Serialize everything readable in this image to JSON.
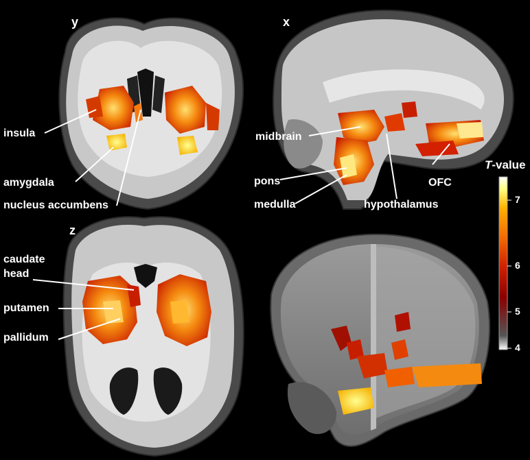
{
  "panels": {
    "y": {
      "label": "y"
    },
    "x": {
      "label": "x"
    },
    "z": {
      "label": "z"
    }
  },
  "labels": {
    "insula": "insula",
    "amygdala": "amygdala",
    "nucleus_accumbens": "nucleus accumbens",
    "midbrain": "midbrain",
    "pons": "pons",
    "medulla": "medulla",
    "hypothalamus": "hypothalamus",
    "ofc": "OFC",
    "caudate": "caudate",
    "head": "head",
    "putamen": "putamen",
    "pallidum": "pallidum"
  },
  "colorbar": {
    "title_italic": "T",
    "title_rest": "-value",
    "ticks": [
      "7",
      "6",
      "5",
      "4"
    ],
    "min": 4,
    "max": 7.5,
    "colors": [
      "#ffffff",
      "#555555",
      "#8b0000",
      "#d22000",
      "#f56a00",
      "#ffb000",
      "#ffff80",
      "#ffffff"
    ]
  }
}
